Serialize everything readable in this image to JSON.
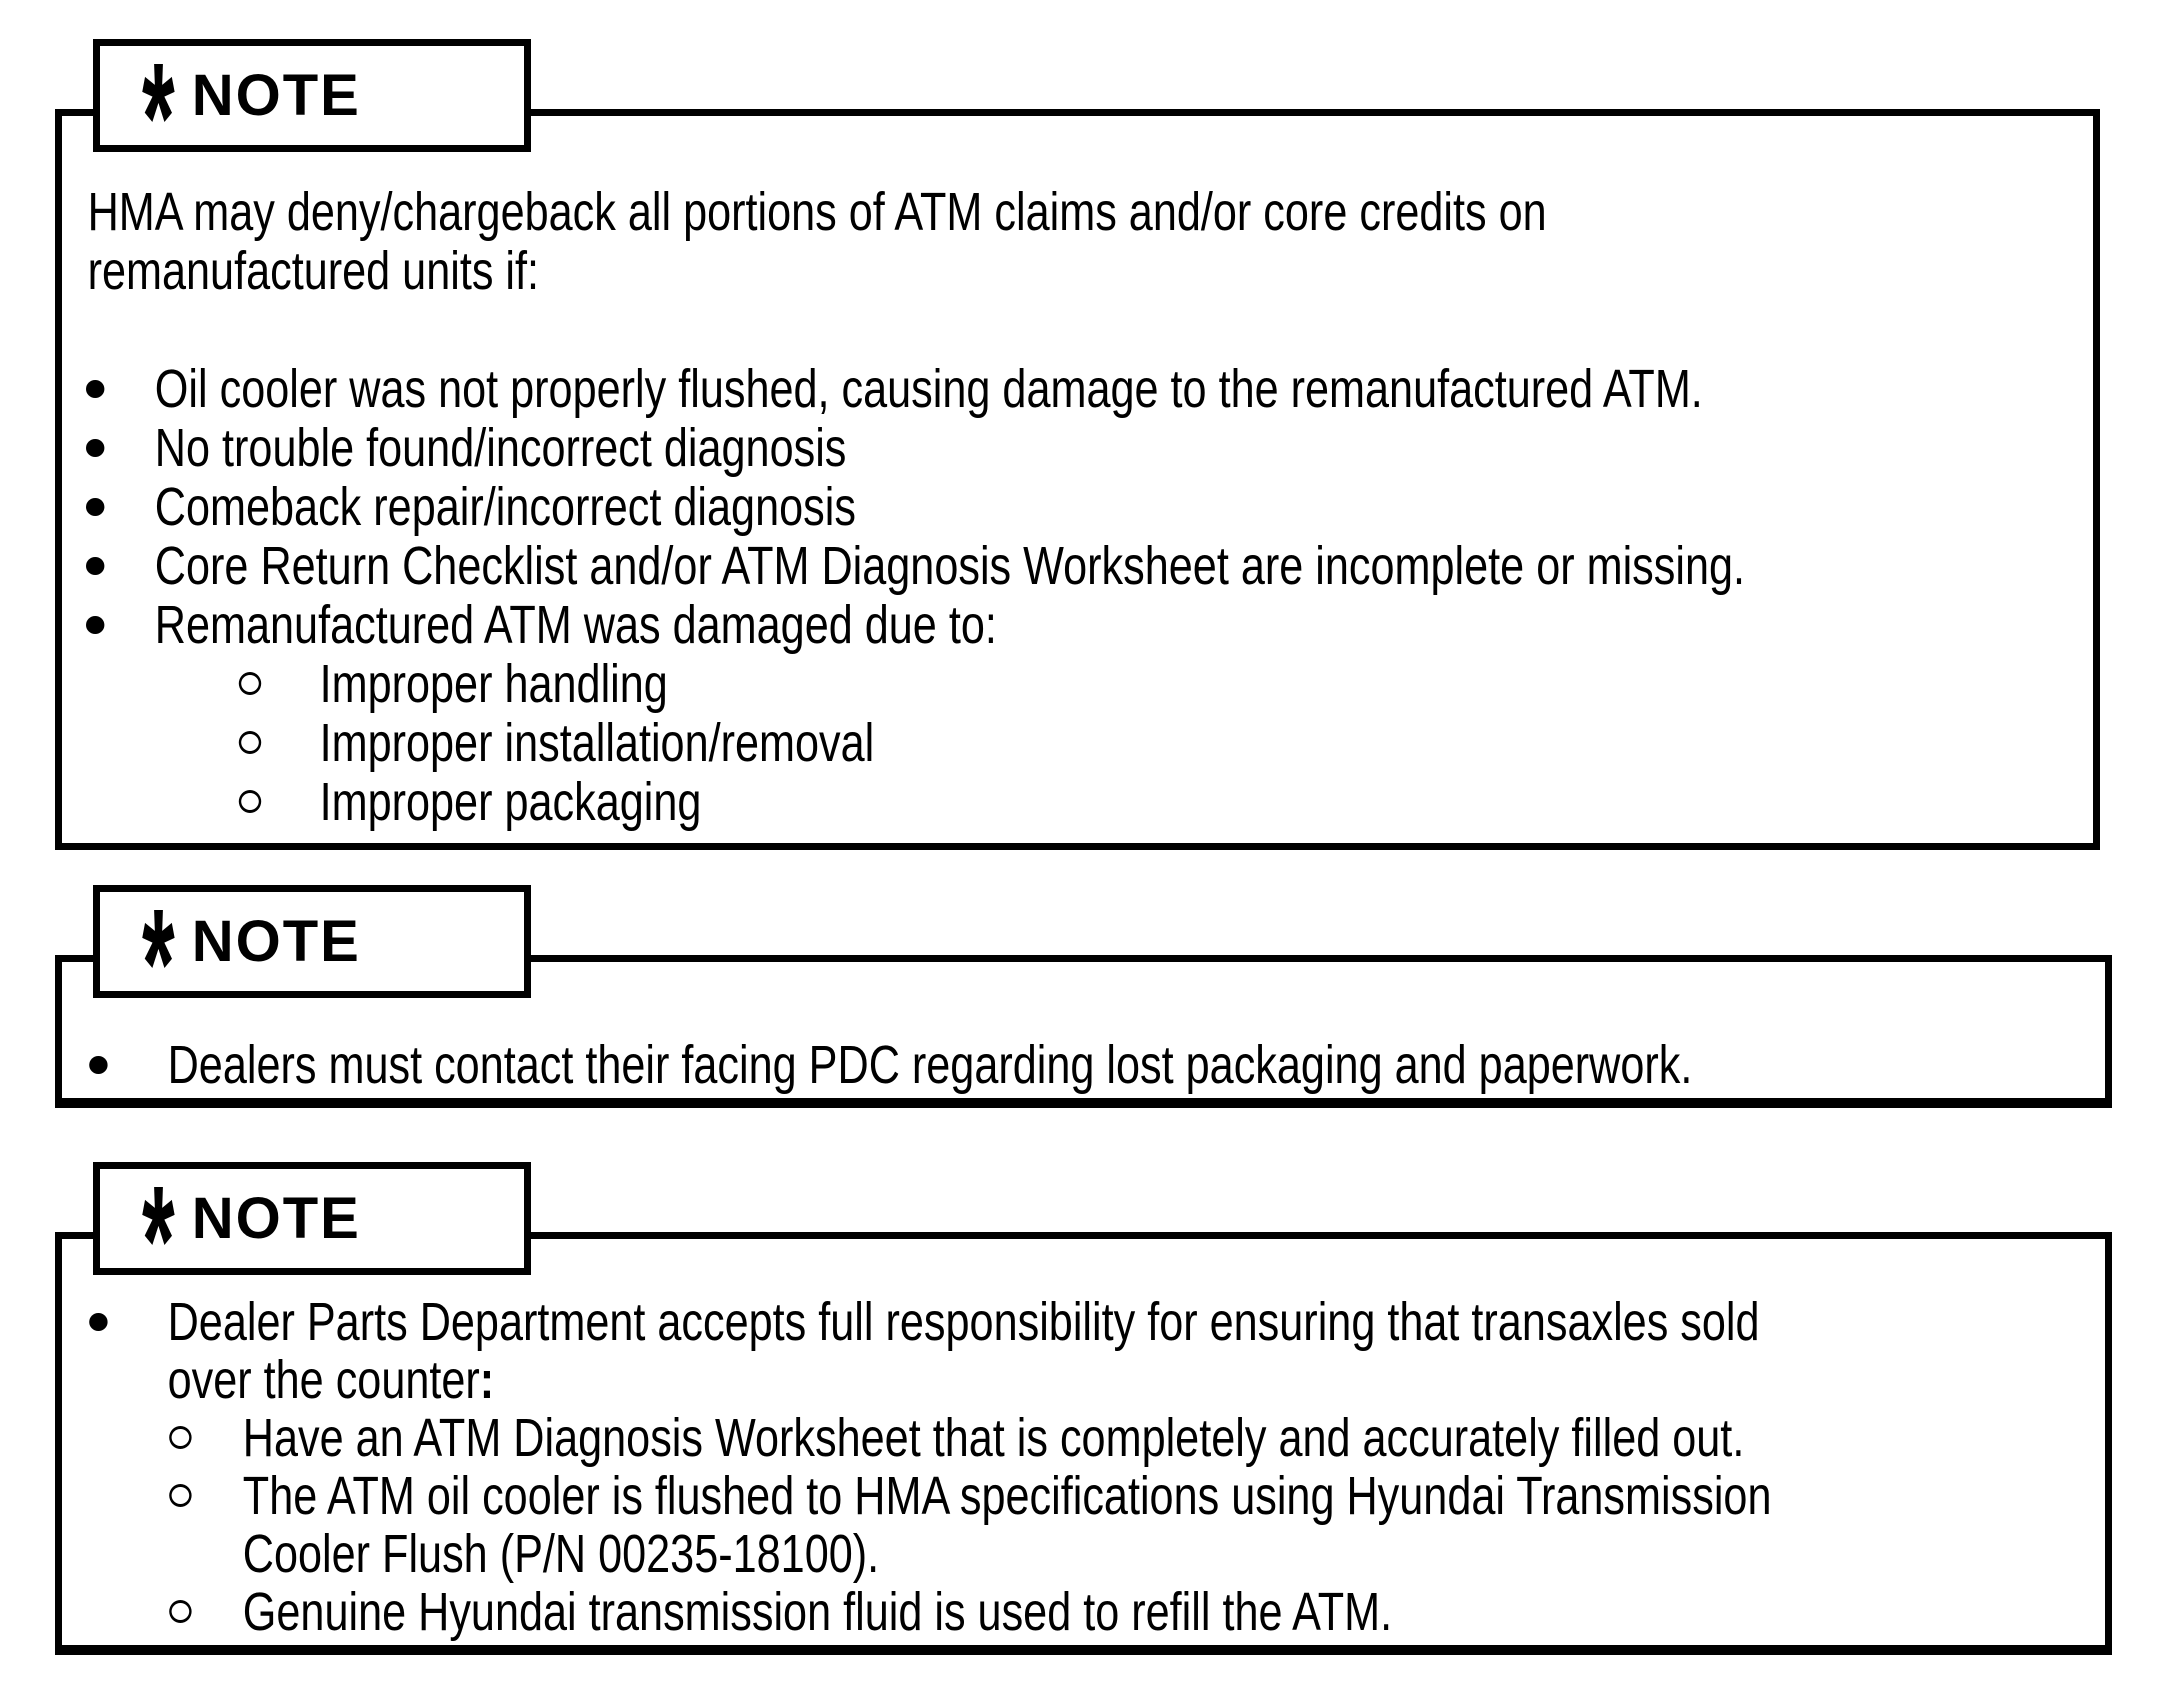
{
  "page": {
    "background": "#ffffff",
    "text_color": "#000000",
    "border_color": "#000000"
  },
  "glyphs": {
    "note_icon": "*",
    "bullet": "•",
    "sub_bullet": "○"
  },
  "notes": [
    {
      "tab_label": "NOTE",
      "intro_lines": [
        "HMA may deny/chargeback all portions of ATM claims and/or core credits on",
        "remanufactured units if:"
      ],
      "bullets": [
        "Oil cooler was not properly flushed, causing damage to the remanufactured ATM.",
        "No trouble found/incorrect diagnosis",
        "Comeback repair/incorrect diagnosis",
        "Core Return Checklist and/or ATM Diagnosis Worksheet are incomplete or missing.",
        "Remanufactured ATM was damaged due to:"
      ],
      "sub_bullets": [
        "Improper handling",
        "Improper installation/removal",
        "Improper packaging"
      ]
    },
    {
      "tab_label": "NOTE",
      "bullets": [
        "Dealers must contact their facing PDC regarding lost packaging and paperwork."
      ]
    },
    {
      "tab_label": "NOTE",
      "bullet_line1": "Dealer Parts Department accepts full responsibility for ensuring that transaxles sold",
      "bullet_line2": "over the counter",
      "bullet_line2_colon": ":",
      "sub_lines": [
        "Have an ATM Diagnosis Worksheet that is completely and accurately filled out.",
        "The ATM oil cooler is flushed to HMA specifications using Hyundai Transmission",
        "Cooler Flush (P/N 00235-18100).",
        "Genuine Hyundai transmission fluid is used to refill the ATM."
      ]
    }
  ]
}
